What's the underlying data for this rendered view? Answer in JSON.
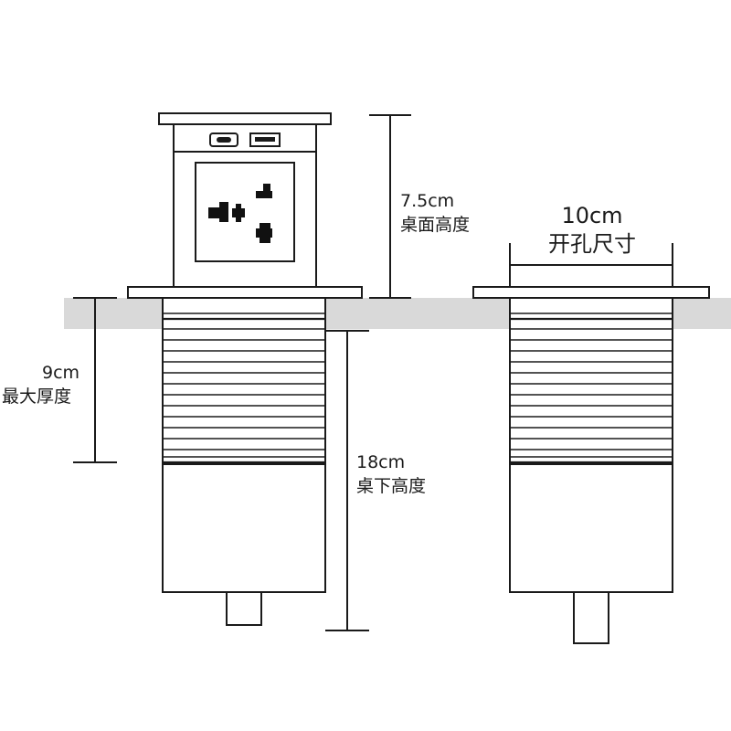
{
  "dimensions": {
    "desk_height": {
      "value": "7.5cm",
      "label": "桌面高度"
    },
    "max_thickness": {
      "value": "9cm",
      "label": "最大厚度"
    },
    "under_desk": {
      "value": "18cm",
      "label": "桌下高度"
    },
    "hole_size": {
      "value": "10cm",
      "label": "开孔尺寸"
    }
  },
  "colors": {
    "stroke": "#1a1a1a",
    "desk": "#d9d9d9",
    "socket_fill": "#111111"
  },
  "icons": {
    "outlet": "universal-socket-icon",
    "usb_c": "usb-c-port-icon",
    "usb_a": "usb-a-port-icon"
  }
}
